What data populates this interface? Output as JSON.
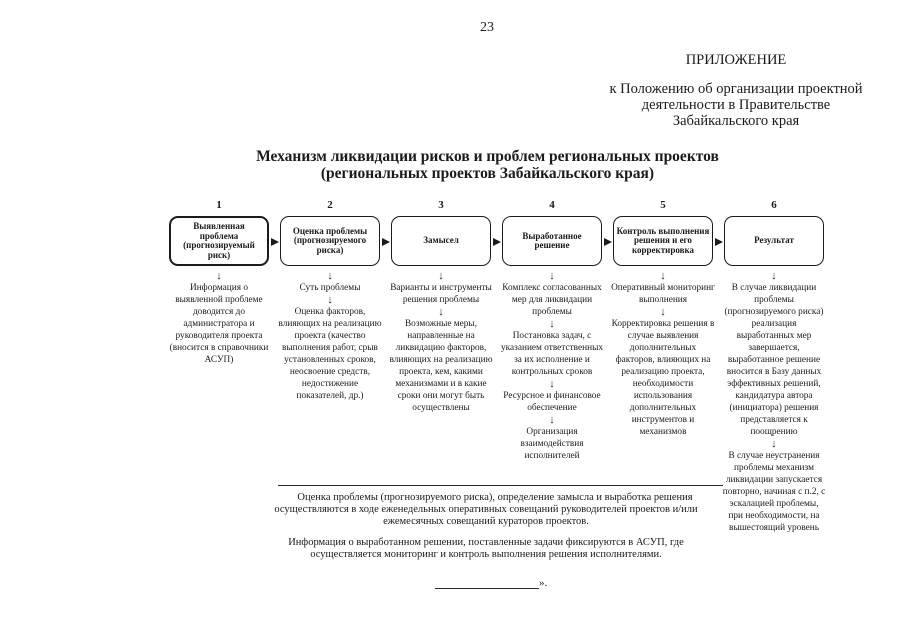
{
  "colors": {
    "ink": "#1b1b1b",
    "background": "#ffffff"
  },
  "page_number": "23",
  "header": {
    "appendix_label": "ПРИЛОЖЕНИЕ",
    "appendix_line1": "к Положению об организации проектной",
    "appendix_line2": "деятельности в Правительстве",
    "appendix_line3": "Забайкальского края"
  },
  "title": {
    "line1": "Механизм ликвидации рисков и проблем региональных проектов",
    "line2": "(региональных проектов Забайкальского края)"
  },
  "flow": {
    "columns": [
      {
        "number": "1",
        "box": "Выявленная проблема (прогнозируемый риск)",
        "items": [
          "Информация о выявленной проблеме доводится до администратора и руководителя проекта (вносится в справочники АСУП)"
        ]
      },
      {
        "number": "2",
        "box": "Оценка проблемы (прогнозируемого риска)",
        "items": [
          "Суть проблемы",
          "Оценка факторов, влияющих на реализацию проекта (качество выполнения работ, срыв установленных сроков, неосвоение средств, недостижение показателей, др.)"
        ]
      },
      {
        "number": "3",
        "box": "Замысел",
        "items": [
          "Варианты и инструменты решения проблемы",
          "Возможные меры, направленные на ликвидацию факторов, влияющих на реализацию проекта, кем, какими механизмами и в какие сроки они могут быть осуществлены"
        ]
      },
      {
        "number": "4",
        "box": "Выработанное решение",
        "items": [
          "Комплекс согласованных мер для ликвидации проблемы",
          "Постановка задач, с указанием ответственных за их исполнение и контрольных сроков",
          "Ресурсное и финансовое обеспечение",
          "Организация взаимодействия исполнителей"
        ]
      },
      {
        "number": "5",
        "box": "Контроль выполнения решения и его корректировка",
        "items": [
          "Оперативный мониторинг выполнения",
          "Корректировка решения в случае выявления дополнительных факторов, влияющих на реализацию проекта, необходимости использования дополнительных инструментов и механизмов"
        ]
      },
      {
        "number": "6",
        "box": "Результат",
        "items": [
          "В случае ликвидации проблемы (прогнозируемого риска) реализация выработанных мер завершается, выработанное решение вносится в Базу данных эффективных решений, кандидатура автора (инициатора) решения представляется к поощрению",
          "В случае неустранения проблемы механизм ликвидации запускается повторно, начиная с п.2, с эскалацией проблемы, при необходимости, на вышестоящий уровень"
        ]
      }
    ]
  },
  "notes": {
    "paragraph1": "Оценка проблемы (прогнозируемого риска), определение замысла и выработка решения осуществляются в ходе еженедельных оперативных совещаний руководителей проектов и/или ежемесячных совещаний кураторов проектов.",
    "paragraph2": "Информация о выработанном решении, поставленные задачи фиксируются в АСУП, где осуществляется мониторинг и контроль выполнения решения исполнителями."
  },
  "closing_mark": "»."
}
